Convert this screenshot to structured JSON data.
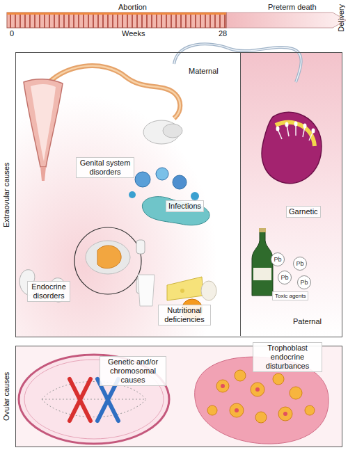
{
  "diagram": {
    "nodes": [
      {
        "text": [
          "Extraovular causes"
        ]
      },
      {
        "text": [
          "Maternal"
        ],
        "in": 0
      },
      {
        "text": [
          "Genital system disorders"
        ],
        "in": 1
      },
      {
        "text": [
          "Infections"
        ],
        "in": 1
      },
      {
        "text": [
          "Endocrine disorders"
        ],
        "in": 1
      },
      {
        "text": [
          "Nutritional deficiencies"
        ],
        "in": 1
      },
      {
        "text": [
          "Paternal"
        ],
        "in": 0
      },
      {
        "text": [
          "Garnetic"
        ],
        "in": 6
      },
      {
        "text": [
          "Toxic agents"
        ],
        "in": 6
      },
      {
        "text": [
          "Pb"
        ],
        "in": 6
      },
      {
        "text": [
          "Pb"
        ],
        "in": 6
      },
      {
        "text": [
          "Pb"
        ],
        "in": 6
      },
      {
        "text": [
          "Pb"
        ],
        "in": 6
      },
      {
        "text": [
          "Ovular causes"
        ]
      },
      {
        "text": [
          "Genetic and/or chromosomal causes"
        ],
        "in": 13
      },
      {
        "text": [
          "Trophoblast endocrine disturbances"
        ],
        "in": 13
      }
    ],
    "labels": [
      "Abortion",
      "Preterm death",
      "0",
      "Weeks",
      "28",
      "Delivery"
    ]
  }
}
